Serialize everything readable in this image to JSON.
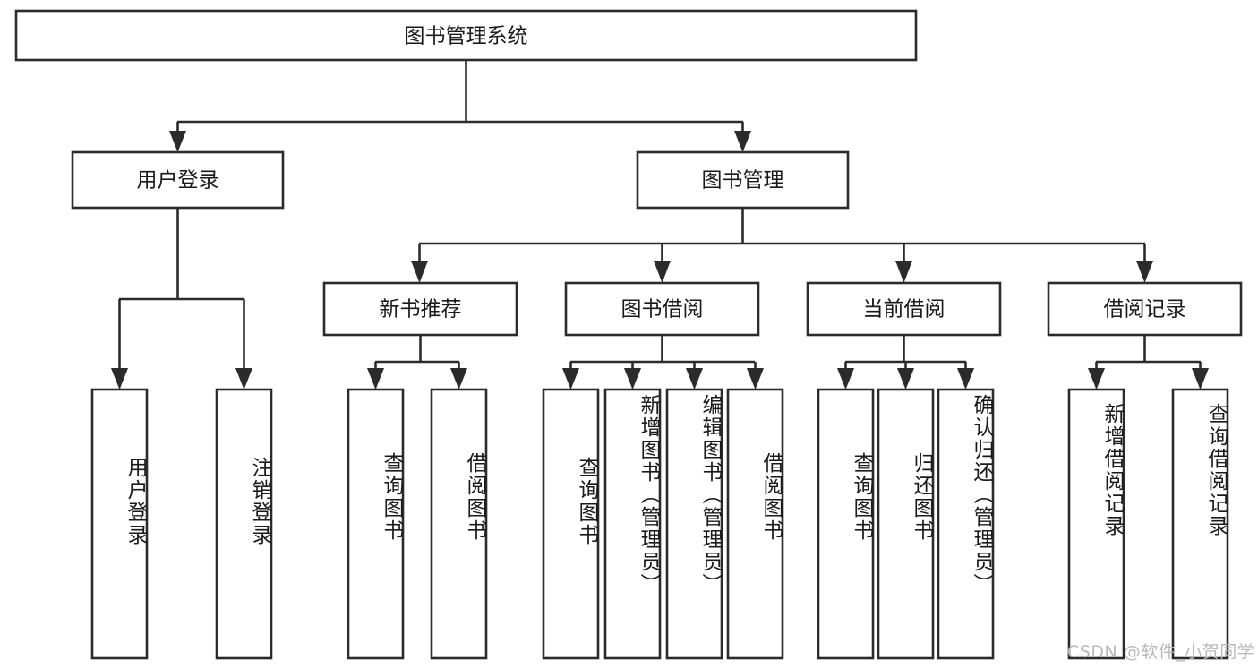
{
  "diagram": {
    "type": "tree-hierarchy-flowchart",
    "title": "图书管理系统",
    "watermark": "CSDN @软件_小贺同学",
    "colors": {
      "stroke": "#2b2b2b",
      "fill": "#ffffff",
      "text": "#1a1a1a",
      "watermark": "#b9b9b9",
      "background": "#ffffff"
    },
    "nodes": {
      "root": {
        "label": "图书管理系统",
        "level": 1,
        "orientation": "horizontal"
      },
      "user_login": {
        "label": "用户登录",
        "level": 2,
        "orientation": "horizontal"
      },
      "book_manage": {
        "label": "图书管理",
        "level": 2,
        "orientation": "horizontal"
      },
      "new_book_rec": {
        "label": "新书推荐",
        "level": 3,
        "orientation": "horizontal"
      },
      "book_borrow": {
        "label": "图书借阅",
        "level": 3,
        "orientation": "horizontal"
      },
      "current_borrow": {
        "label": "当前借阅",
        "level": 3,
        "orientation": "horizontal"
      },
      "borrow_record": {
        "label": "借阅记录",
        "level": 3,
        "orientation": "horizontal"
      },
      "leaf_user_login": {
        "label": "用户登录",
        "level": 4,
        "orientation": "vertical"
      },
      "leaf_logout": {
        "label": "注销登录",
        "level": 4,
        "orientation": "vertical"
      },
      "leaf_query_book_a": {
        "label": "查询图书",
        "level": 4,
        "orientation": "vertical"
      },
      "leaf_borrow_book_a": {
        "label": "借阅图书",
        "level": 4,
        "orientation": "vertical"
      },
      "leaf_query_book_b": {
        "label": "查询图书",
        "level": 4,
        "orientation": "vertical"
      },
      "leaf_add_book": {
        "label": "新增图书（管理员）",
        "level": 4,
        "orientation": "vertical"
      },
      "leaf_edit_book": {
        "label": "编辑图书（管理员）",
        "level": 4,
        "orientation": "vertical"
      },
      "leaf_borrow_book_b": {
        "label": "借阅图书",
        "level": 4,
        "orientation": "vertical"
      },
      "leaf_query_book_c": {
        "label": "查询图书",
        "level": 4,
        "orientation": "vertical"
      },
      "leaf_return_book": {
        "label": "归还图书",
        "level": 4,
        "orientation": "vertical"
      },
      "leaf_confirm_return": {
        "label": "确认归还（管理员）",
        "level": 4,
        "orientation": "vertical"
      },
      "leaf_add_record": {
        "label": "新增借阅记录",
        "level": 4,
        "orientation": "vertical"
      },
      "leaf_query_record": {
        "label": "查询借阅记录",
        "level": 4,
        "orientation": "vertical"
      }
    },
    "edges": [
      {
        "from": "root",
        "to": "user_login"
      },
      {
        "from": "root",
        "to": "book_manage"
      },
      {
        "from": "book_manage",
        "to": "new_book_rec"
      },
      {
        "from": "book_manage",
        "to": "book_borrow"
      },
      {
        "from": "book_manage",
        "to": "current_borrow"
      },
      {
        "from": "book_manage",
        "to": "borrow_record"
      },
      {
        "from": "user_login",
        "to": "leaf_user_login"
      },
      {
        "from": "user_login",
        "to": "leaf_logout"
      },
      {
        "from": "new_book_rec",
        "to": "leaf_query_book_a"
      },
      {
        "from": "new_book_rec",
        "to": "leaf_borrow_book_a"
      },
      {
        "from": "book_borrow",
        "to": "leaf_query_book_b"
      },
      {
        "from": "book_borrow",
        "to": "leaf_add_book"
      },
      {
        "from": "book_borrow",
        "to": "leaf_edit_book"
      },
      {
        "from": "book_borrow",
        "to": "leaf_borrow_book_b"
      },
      {
        "from": "current_borrow",
        "to": "leaf_query_book_c"
      },
      {
        "from": "current_borrow",
        "to": "leaf_return_book"
      },
      {
        "from": "current_borrow",
        "to": "leaf_confirm_return"
      },
      {
        "from": "borrow_record",
        "to": "leaf_add_record"
      },
      {
        "from": "borrow_record",
        "to": "leaf_query_record"
      }
    ]
  }
}
